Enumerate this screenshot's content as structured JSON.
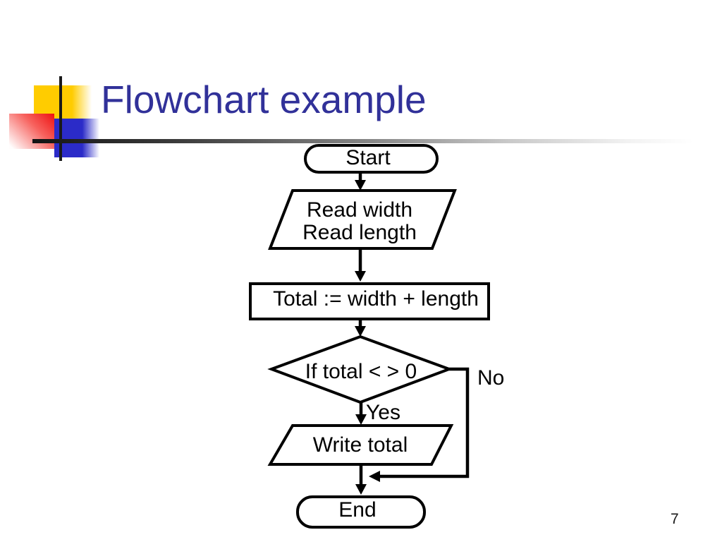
{
  "slide": {
    "title": "Flowchart example",
    "page_number": "7"
  },
  "flowchart": {
    "start_label": "Start",
    "read_lines": [
      "Read width",
      "Read length"
    ],
    "process_label": "Total := width + length",
    "decision_label": "If total < > 0",
    "yes_label": "Yes",
    "no_label": "No",
    "write_label": "Write total",
    "end_label": "End"
  },
  "colors": {
    "title_text": "#313199",
    "shape_stroke": "#000000",
    "shape_fill": "#ffffff",
    "accent_yellow": "#ffcc00",
    "accent_red": "#ee1111",
    "accent_blue": "#2b2bc8"
  }
}
